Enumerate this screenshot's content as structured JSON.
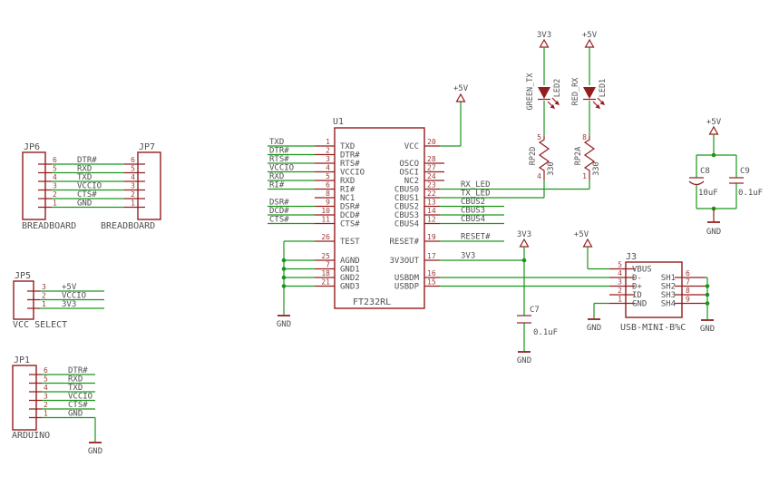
{
  "colors": {
    "wire": "#1a961a",
    "symbol": "#941d1d",
    "label_text": "#4f4f4f",
    "pin_number": "#a03a3a",
    "background": "#ffffff"
  },
  "power": {
    "gnd": "GND",
    "v5": "+5V",
    "v33": "3V3"
  },
  "breadboard": {
    "jp6_ref": "JP6",
    "jp7_ref": "JP7",
    "caption": "BREADBOARD",
    "pins": [
      {
        "n": "6",
        "net": "DTR#"
      },
      {
        "n": "5",
        "net": "RXD"
      },
      {
        "n": "4",
        "net": "TXD"
      },
      {
        "n": "3",
        "net": "VCCIO"
      },
      {
        "n": "2",
        "net": "CTS#"
      },
      {
        "n": "1",
        "net": "GND"
      }
    ]
  },
  "jp5": {
    "ref": "JP5",
    "caption": "VCC SELECT",
    "pins": [
      {
        "n": "3",
        "net": "+5V"
      },
      {
        "n": "2",
        "net": "VCCIO"
      },
      {
        "n": "1",
        "net": "3V3"
      }
    ]
  },
  "jp1": {
    "ref": "JP1",
    "caption": "ARDUINO",
    "pins": [
      {
        "n": "6",
        "net": "DTR#"
      },
      {
        "n": "5",
        "net": "RXD"
      },
      {
        "n": "4",
        "net": "TXD"
      },
      {
        "n": "3",
        "net": "VCCIO"
      },
      {
        "n": "2",
        "net": "CTS#"
      },
      {
        "n": "1",
        "net": "GND"
      }
    ]
  },
  "u1": {
    "ref": "U1",
    "value": "FT232RL",
    "left": [
      {
        "n": "1",
        "pin": "TXD",
        "net": "TXD"
      },
      {
        "n": "2",
        "pin": "DTR#",
        "net": "DTR#"
      },
      {
        "n": "3",
        "pin": "RTS#",
        "net": "RTS#"
      },
      {
        "n": "4",
        "pin": "VCCIO",
        "net": "VCCIO"
      },
      {
        "n": "5",
        "pin": "RXD",
        "net": "RXD"
      },
      {
        "n": "6",
        "pin": "RI#",
        "net": "RI#"
      },
      {
        "n": "8",
        "pin": "NC1"
      },
      {
        "n": "9",
        "pin": "DSR#",
        "net": "DSR#"
      },
      {
        "n": "10",
        "pin": "DCD#",
        "net": "DCD#"
      },
      {
        "n": "11",
        "pin": "CTS#",
        "net": "CTS#"
      },
      {
        "n": "26",
        "pin": "TEST"
      },
      {
        "n": "25",
        "pin": "AGND"
      },
      {
        "n": "7",
        "pin": "GND1"
      },
      {
        "n": "18",
        "pin": "GND2"
      },
      {
        "n": "21",
        "pin": "GND3"
      }
    ],
    "right": [
      {
        "n": "20",
        "pin": "VCC"
      },
      {
        "n": "28",
        "pin": "OSCO"
      },
      {
        "n": "27",
        "pin": "OSCI"
      },
      {
        "n": "24",
        "pin": "NC2"
      },
      {
        "n": "23",
        "pin": "CBUS0",
        "net": "RX_LED"
      },
      {
        "n": "22",
        "pin": "CBUS1",
        "net": "TX_LED"
      },
      {
        "n": "13",
        "pin": "CBUS2",
        "net": "CBUS2"
      },
      {
        "n": "14",
        "pin": "CBUS3",
        "net": "CBUS3"
      },
      {
        "n": "12",
        "pin": "CBUS4",
        "net": "CBUS4"
      },
      {
        "n": "19",
        "pin": "RESET#",
        "net": "RESET#"
      },
      {
        "n": "17",
        "pin": "3V3OUT",
        "net": "3V3"
      },
      {
        "n": "16",
        "pin": "USBDM"
      },
      {
        "n": "15",
        "pin": "USBDP"
      }
    ]
  },
  "led_tx": {
    "ref": "LED2",
    "value": "GREEN_TX"
  },
  "led_rx": {
    "ref": "LED1",
    "value": "RED_RX"
  },
  "r_tx": {
    "ref": "RP2D",
    "value": "330",
    "pin_top": "5",
    "pin_bottom": "4"
  },
  "r_rx": {
    "ref": "RP2A",
    "value": "330",
    "pin_top": "8",
    "pin_bottom": "1"
  },
  "c7": {
    "ref": "C7",
    "value": "0.1uF"
  },
  "c8": {
    "ref": "C8",
    "value": "10uF"
  },
  "c9": {
    "ref": "C9",
    "value": "0.1uF"
  },
  "j3": {
    "ref": "J3",
    "caption": "USB-MINI-B%C",
    "left": [
      {
        "n": "5",
        "pin": "VBUS"
      },
      {
        "n": "4",
        "pin": "D-"
      },
      {
        "n": "3",
        "pin": "D+"
      },
      {
        "n": "2",
        "pin": "ID"
      },
      {
        "n": "1",
        "pin": "GND"
      }
    ],
    "right": [
      {
        "n": "6",
        "pin": "SH1"
      },
      {
        "n": "7",
        "pin": "SH2"
      },
      {
        "n": "8",
        "pin": "SH3"
      },
      {
        "n": "9",
        "pin": "SH4"
      }
    ]
  }
}
